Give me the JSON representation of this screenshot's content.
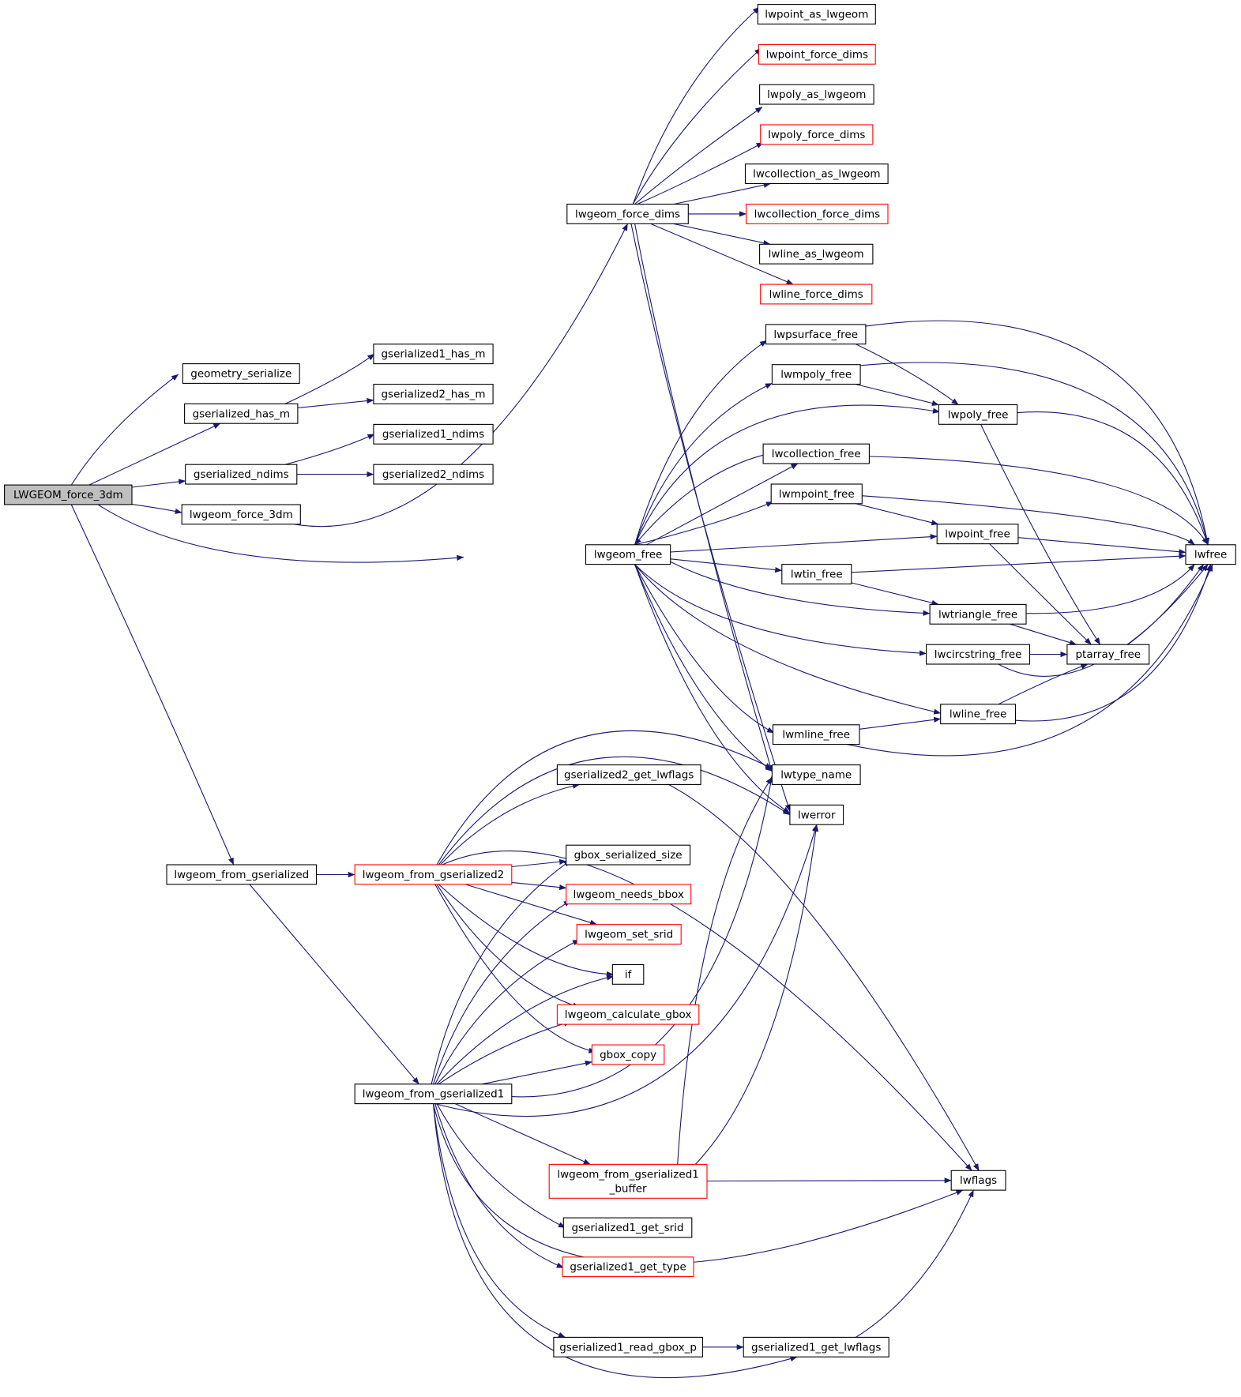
{
  "colors": {
    "edge": "#191970",
    "node_border_normal": "#000000",
    "node_border_truncated": "#ff0000",
    "root_fill": "#bfbfbf",
    "node_fill": "#ffffff"
  },
  "nodes": {
    "root": {
      "label": "LWGEOM_force_3dm",
      "root": true
    },
    "geometry_serialize": {
      "label": "geometry_serialize"
    },
    "gserialized_has_m": {
      "label": "gserialized_has_m"
    },
    "gserialized_ndims": {
      "label": "gserialized_ndims"
    },
    "lwgeom_force_3dm": {
      "label": "lwgeom_force_3dm"
    },
    "gserialized1_has_m": {
      "label": "gserialized1_has_m"
    },
    "gserialized2_has_m": {
      "label": "gserialized2_has_m"
    },
    "gserialized1_ndims": {
      "label": "gserialized1_ndims"
    },
    "gserialized2_ndims": {
      "label": "gserialized2_ndims"
    },
    "lwgeom_force_dims": {
      "label": "lwgeom_force_dims"
    },
    "lwpoint_as_lwgeom": {
      "label": "lwpoint_as_lwgeom"
    },
    "lwpoint_force_dims": {
      "label": "lwpoint_force_dims",
      "truncated": true
    },
    "lwpoly_as_lwgeom": {
      "label": "lwpoly_as_lwgeom"
    },
    "lwpoly_force_dims": {
      "label": "lwpoly_force_dims",
      "truncated": true
    },
    "lwcollection_as_lwgeom": {
      "label": "lwcollection_as_lwgeom"
    },
    "lwcollection_force_dims": {
      "label": "lwcollection_force_dims",
      "truncated": true
    },
    "lwline_as_lwgeom": {
      "label": "lwline_as_lwgeom"
    },
    "lwline_force_dims": {
      "label": "lwline_force_dims",
      "truncated": true
    },
    "lwgeom_free": {
      "label": "lwgeom_free"
    },
    "lwpsurface_free": {
      "label": "lwpsurface_free"
    },
    "lwmpoly_free": {
      "label": "lwmpoly_free"
    },
    "lwpoly_free": {
      "label": "lwpoly_free"
    },
    "lwcollection_free": {
      "label": "lwcollection_free"
    },
    "lwmpoint_free": {
      "label": "lwmpoint_free"
    },
    "lwpoint_free": {
      "label": "lwpoint_free"
    },
    "lwfree": {
      "label": "lwfree"
    },
    "lwtin_free": {
      "label": "lwtin_free"
    },
    "lwtriangle_free": {
      "label": "lwtriangle_free"
    },
    "lwcircstring_free": {
      "label": "lwcircstring_free"
    },
    "ptarray_free": {
      "label": "ptarray_free"
    },
    "lwline_free": {
      "label": "lwline_free"
    },
    "lwmline_free": {
      "label": "lwmline_free"
    },
    "lwtype_name": {
      "label": "lwtype_name"
    },
    "lwerror": {
      "label": "lwerror"
    },
    "gserialized2_get_lwflags": {
      "label": "gserialized2_get_lwflags"
    },
    "lwgeom_from_gserialized": {
      "label": "lwgeom_from_gserialized"
    },
    "lwgeom_from_gserialized2": {
      "label": "lwgeom_from_gserialized2",
      "truncated": true
    },
    "gbox_serialized_size": {
      "label": "gbox_serialized_size"
    },
    "lwgeom_needs_bbox": {
      "label": "lwgeom_needs_bbox",
      "truncated": true
    },
    "lwgeom_set_srid": {
      "label": "lwgeom_set_srid",
      "truncated": true
    },
    "if": {
      "label": "if"
    },
    "lwgeom_calculate_gbox": {
      "label": "lwgeom_calculate_gbox",
      "truncated": true
    },
    "gbox_copy": {
      "label": "gbox_copy",
      "truncated": true
    },
    "lwgeom_from_gserialized1": {
      "label": "lwgeom_from_gserialized1"
    },
    "lwgeom_from_gserialized1_buffer": {
      "label": "lwgeom_from_gserialized1",
      "label2": "_buffer",
      "truncated": true
    },
    "lwflags": {
      "label": "lwflags"
    },
    "gserialized1_get_srid": {
      "label": "gserialized1_get_srid"
    },
    "gserialized1_get_type": {
      "label": "gserialized1_get_type",
      "truncated": true
    },
    "gserialized1_read_gbox_p": {
      "label": "gserialized1_read_gbox_p"
    },
    "gserialized1_get_lwflags": {
      "label": "gserialized1_get_lwflags"
    }
  },
  "edges": [
    [
      "root",
      "geometry_serialize"
    ],
    [
      "root",
      "gserialized_has_m"
    ],
    [
      "root",
      "gserialized_ndims"
    ],
    [
      "root",
      "lwgeom_force_3dm"
    ],
    [
      "root",
      "lwgeom_free"
    ],
    [
      "root",
      "lwgeom_from_gserialized"
    ],
    [
      "gserialized_has_m",
      "gserialized1_has_m"
    ],
    [
      "gserialized_has_m",
      "gserialized2_has_m"
    ],
    [
      "gserialized_ndims",
      "gserialized1_ndims"
    ],
    [
      "gserialized_ndims",
      "gserialized2_ndims"
    ],
    [
      "lwgeom_force_3dm",
      "lwgeom_force_dims"
    ],
    [
      "lwgeom_force_dims",
      "lwpoint_as_lwgeom"
    ],
    [
      "lwgeom_force_dims",
      "lwpoint_force_dims"
    ],
    [
      "lwgeom_force_dims",
      "lwpoly_as_lwgeom"
    ],
    [
      "lwgeom_force_dims",
      "lwpoly_force_dims"
    ],
    [
      "lwgeom_force_dims",
      "lwcollection_as_lwgeom"
    ],
    [
      "lwgeom_force_dims",
      "lwcollection_force_dims"
    ],
    [
      "lwgeom_force_dims",
      "lwline_as_lwgeom"
    ],
    [
      "lwgeom_force_dims",
      "lwline_force_dims"
    ],
    [
      "lwgeom_force_dims",
      "lwtype_name"
    ],
    [
      "lwgeom_force_dims",
      "lwerror"
    ],
    [
      "lwgeom_free",
      "lwpsurface_free"
    ],
    [
      "lwgeom_free",
      "lwmpoly_free"
    ],
    [
      "lwgeom_free",
      "lwpoly_free"
    ],
    [
      "lwgeom_free",
      "lwcollection_free"
    ],
    [
      "lwgeom_free",
      "lwmpoint_free"
    ],
    [
      "lwgeom_free",
      "lwpoint_free"
    ],
    [
      "lwgeom_free",
      "lwtin_free"
    ],
    [
      "lwgeom_free",
      "lwtriangle_free"
    ],
    [
      "lwgeom_free",
      "lwcircstring_free"
    ],
    [
      "lwgeom_free",
      "lwline_free"
    ],
    [
      "lwgeom_free",
      "lwmline_free"
    ],
    [
      "lwgeom_free",
      "lwtype_name"
    ],
    [
      "lwgeom_free",
      "lwerror"
    ],
    [
      "lwpsurface_free",
      "lwpoly_free"
    ],
    [
      "lwpsurface_free",
      "lwfree"
    ],
    [
      "lwmpoly_free",
      "lwpoly_free"
    ],
    [
      "lwmpoly_free",
      "lwfree"
    ],
    [
      "lwpoly_free",
      "lwfree"
    ],
    [
      "lwpoly_free",
      "ptarray_free"
    ],
    [
      "lwcollection_free",
      "lwgeom_free"
    ],
    [
      "lwcollection_free",
      "lwfree"
    ],
    [
      "lwmpoint_free",
      "lwpoint_free"
    ],
    [
      "lwmpoint_free",
      "lwfree"
    ],
    [
      "lwpoint_free",
      "lwfree"
    ],
    [
      "lwpoint_free",
      "ptarray_free"
    ],
    [
      "lwtin_free",
      "lwtriangle_free"
    ],
    [
      "lwtin_free",
      "lwfree"
    ],
    [
      "lwtriangle_free",
      "ptarray_free"
    ],
    [
      "lwtriangle_free",
      "lwfree"
    ],
    [
      "lwcircstring_free",
      "ptarray_free"
    ],
    [
      "lwcircstring_free",
      "lwfree"
    ],
    [
      "ptarray_free",
      "lwfree"
    ],
    [
      "lwline_free",
      "ptarray_free"
    ],
    [
      "lwline_free",
      "lwfree"
    ],
    [
      "lwmline_free",
      "lwline_free"
    ],
    [
      "lwmline_free",
      "lwfree"
    ],
    [
      "lwgeom_from_gserialized",
      "lwgeom_from_gserialized2"
    ],
    [
      "lwgeom_from_gserialized",
      "lwgeom_from_gserialized1"
    ],
    [
      "lwgeom_from_gserialized2",
      "lwtype_name"
    ],
    [
      "lwgeom_from_gserialized2",
      "lwerror"
    ],
    [
      "lwgeom_from_gserialized2",
      "gserialized2_get_lwflags"
    ],
    [
      "lwgeom_from_gserialized2",
      "lwflags"
    ],
    [
      "lwgeom_from_gserialized2",
      "gbox_serialized_size"
    ],
    [
      "lwgeom_from_gserialized2",
      "lwgeom_needs_bbox"
    ],
    [
      "lwgeom_from_gserialized2",
      "lwgeom_set_srid"
    ],
    [
      "lwgeom_from_gserialized2",
      "if"
    ],
    [
      "lwgeom_from_gserialized2",
      "lwgeom_calculate_gbox"
    ],
    [
      "lwgeom_from_gserialized2",
      "gbox_copy"
    ],
    [
      "gserialized2_get_lwflags",
      "lwflags"
    ],
    [
      "lwgeom_from_gserialized1",
      "gbox_serialized_size"
    ],
    [
      "lwgeom_from_gserialized1",
      "lwgeom_needs_bbox"
    ],
    [
      "lwgeom_from_gserialized1",
      "lwgeom_set_srid"
    ],
    [
      "lwgeom_from_gserialized1",
      "if"
    ],
    [
      "lwgeom_from_gserialized1",
      "lwgeom_calculate_gbox"
    ],
    [
      "lwgeom_from_gserialized1",
      "gbox_copy"
    ],
    [
      "lwgeom_from_gserialized1",
      "lwtype_name"
    ],
    [
      "lwgeom_from_gserialized1",
      "lwerror"
    ],
    [
      "lwgeom_from_gserialized1",
      "lwgeom_from_gserialized1_buffer"
    ],
    [
      "lwgeom_from_gserialized1",
      "gserialized1_get_srid"
    ],
    [
      "lwgeom_from_gserialized1",
      "gserialized1_get_type"
    ],
    [
      "lwgeom_from_gserialized1",
      "lwflags"
    ],
    [
      "lwgeom_from_gserialized1",
      "gserialized1_read_gbox_p"
    ],
    [
      "lwgeom_from_gserialized1",
      "gserialized1_get_lwflags"
    ],
    [
      "lwgeom_from_gserialized1_buffer",
      "lwflags"
    ],
    [
      "lwgeom_from_gserialized1_buffer",
      "lwtype_name"
    ],
    [
      "lwgeom_from_gserialized1_buffer",
      "lwerror"
    ],
    [
      "gserialized1_read_gbox_p",
      "gserialized1_get_lwflags"
    ],
    [
      "gserialized1_get_lwflags",
      "lwflags"
    ]
  ]
}
